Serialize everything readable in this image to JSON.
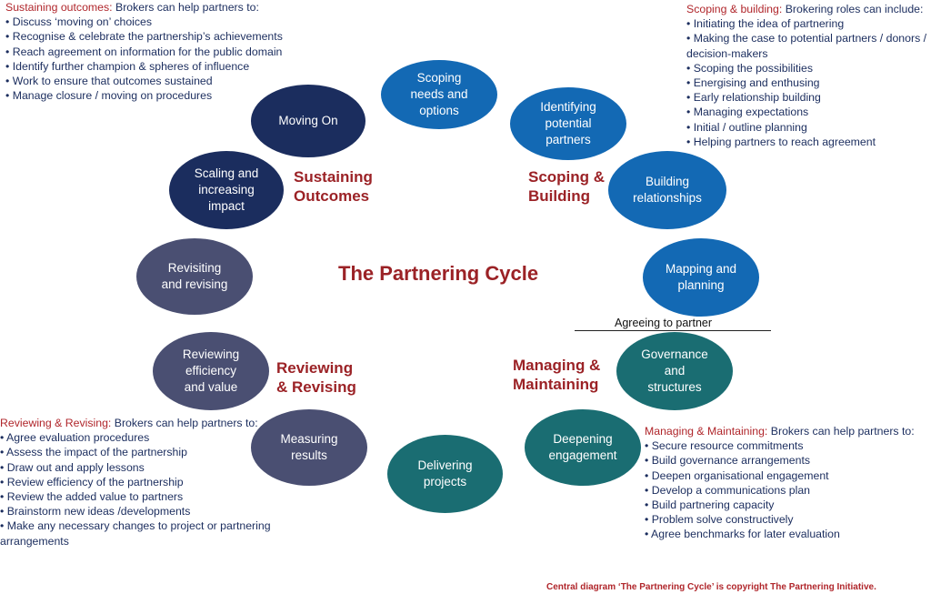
{
  "title": "The Partnering Cycle",
  "phases": {
    "sustaining": "Sustaining\nOutcomes",
    "scoping": "Scoping &\nBuilding",
    "reviewing": "Reviewing\n& Revising",
    "managing": "Managing &\nMaintaining"
  },
  "stages": {
    "scoping_needs": "Scoping\nneeds and\noptions",
    "identifying_partners": "Identifying\npotential\npartners",
    "building_relationships": "Building\nrelationships",
    "mapping_planning": "Mapping and\nplanning",
    "governance": "Governance\nand\nstructures",
    "deepening": "Deepening\nengagement",
    "delivering": "Delivering\nprojects",
    "measuring": "Measuring\nresults",
    "reviewing_efficiency": "Reviewing\nefficiency\nand value",
    "revisiting": "Revisiting\nand revising",
    "scaling": "Scaling and\nincreasing\nimpact",
    "moving_on": "Moving On"
  },
  "agreeing_label": "Agreeing to partner",
  "boxes": {
    "sustaining": {
      "label": "Sustaining outcomes:",
      "intro": " Brokers can help partners to:",
      "items": [
        "• Discuss ‘moving on’ choices",
        "• Recognise & celebrate the partnership’s achievements",
        "• Reach agreement on information for the public domain",
        "• Identify further champion & spheres of influence",
        "• Work to ensure that outcomes sustained",
        "• Manage closure / moving on procedures"
      ]
    },
    "scoping": {
      "label": "Scoping & building:",
      "intro": " Brokering roles can include:",
      "items": [
        "• Initiating the idea of partnering",
        "• Making the case to potential partners / donors / decision-makers",
        "• Scoping the possibilities",
        "• Energising and enthusing",
        "• Early relationship building",
        "• Managing expectations",
        "• Initial / outline planning",
        "• Helping partners to reach agreement"
      ]
    },
    "reviewing": {
      "label": "Reviewing & Revising:",
      "intro": " Brokers can help partners to:",
      "items": [
        "• Agree evaluation procedures",
        "• Assess the impact of the partnership",
        "• Draw out and apply lessons",
        "• Review efficiency of the partnership",
        "• Review the added value to partners",
        "• Brainstorm new ideas /developments",
        " • Make any necessary changes to project or partnering arrangements"
      ]
    },
    "managing": {
      "label": "Managing & Maintaining:",
      "intro": " Brokers can help partners to:",
      "items": [
        "• Secure resource commitments",
        "• Build governance arrangements",
        "• Deepen organisational engagement",
        "• Develop a communications plan",
        "• Build partnering capacity",
        "• Problem solve constructively",
        "• Agree benchmarks for later evaluation"
      ]
    }
  },
  "footer": "Central diagram ‘The Partnering Cycle’ is copyright The Partnering Initiative.",
  "colors": {
    "navy": "#1b2d5e",
    "blue": "#1369b4",
    "teal": "#1a6d72",
    "slate": "#4a4f72",
    "phase_red": "#9b2226"
  }
}
